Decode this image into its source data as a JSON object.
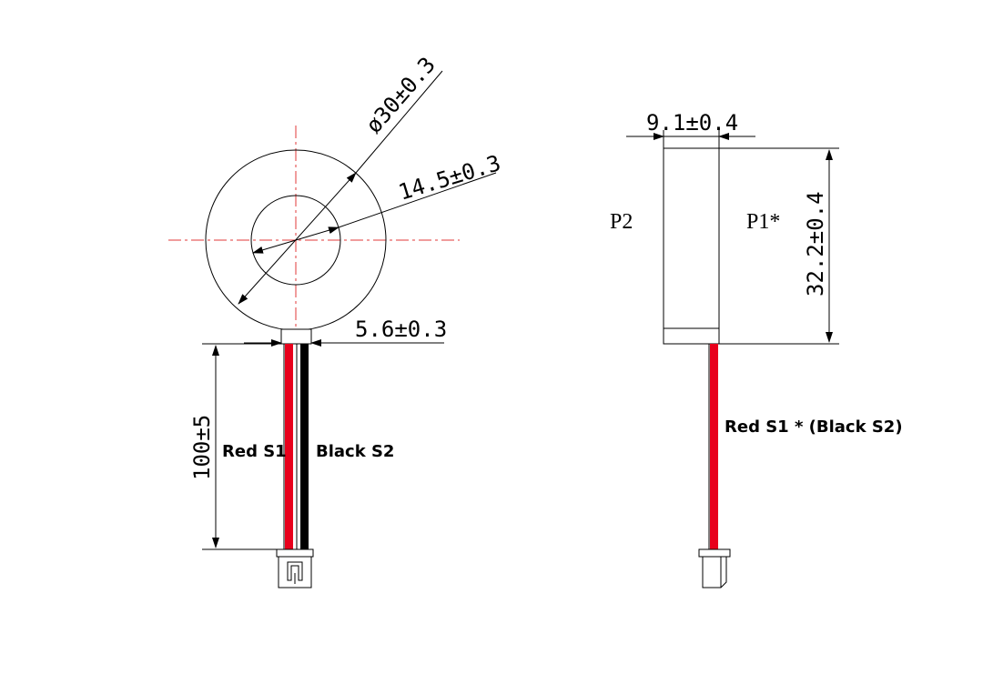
{
  "front_view": {
    "dim_outer_diameter": "ø30±0.3",
    "dim_inner_diameter": "14.5±0.3",
    "dim_tab_width": "5.6±0.3",
    "dim_wire_length": "100±5",
    "label_red": "Red S1",
    "label_black": "Black S2"
  },
  "side_view": {
    "dim_thickness": "9.1±0.4",
    "dim_height": "32.2±0.4",
    "label_p2": "P2",
    "label_p1": "P1*",
    "label_wire": "Red S1 * (Black S2)"
  },
  "colors": {
    "red_wire": "#e8001c",
    "black_wire": "#000000",
    "centerline": "#e23a3a"
  }
}
